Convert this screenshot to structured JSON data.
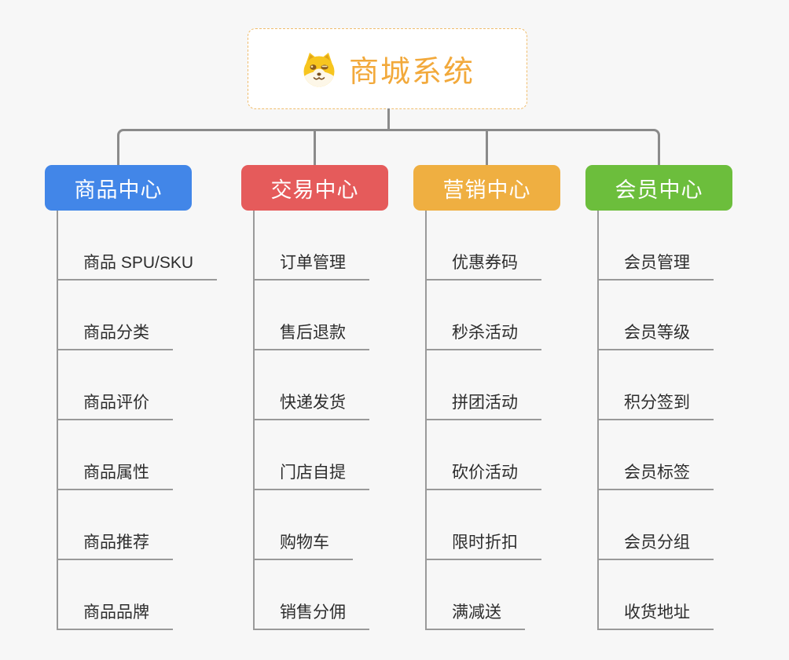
{
  "root": {
    "title": "商城系统",
    "icon": "shiba-dog-icon",
    "text_color": "#f2a93b",
    "border_color": "#f0bd6d"
  },
  "connector_color": "#8b8b8b",
  "background_color": "#f7f7f7",
  "branches": [
    {
      "label": "商品中心",
      "color": "#4286e8",
      "children": [
        "商品 SPU/SKU",
        "商品分类",
        "商品评价",
        "商品属性",
        "商品推荐",
        "商品品牌"
      ]
    },
    {
      "label": "交易中心",
      "color": "#e55b5b",
      "children": [
        "订单管理",
        "售后退款",
        "快递发货",
        "门店自提",
        "购物车",
        "销售分佣"
      ]
    },
    {
      "label": "营销中心",
      "color": "#efaf41",
      "children": [
        "优惠券码",
        "秒杀活动",
        "拼团活动",
        "砍价活动",
        "限时折扣",
        "满减送"
      ]
    },
    {
      "label": "会员中心",
      "color": "#6cbe3c",
      "children": [
        "会员管理",
        "会员等级",
        "积分签到",
        "会员标签",
        "会员分组",
        "收货地址"
      ]
    }
  ]
}
